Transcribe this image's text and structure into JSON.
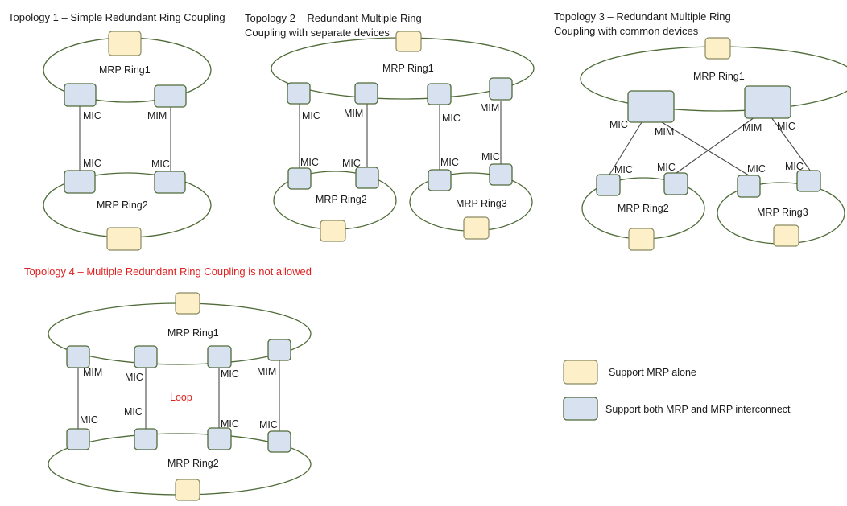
{
  "titles": {
    "t1": "Topology 1 – Simple Redundant Ring Coupling",
    "t2_line1": "Topology 2 – Redundant Multiple Ring",
    "t2_line2": "Coupling with separate devices",
    "t3_line1": "Topology 3 – Redundant Multiple Ring",
    "t3_line2": "Coupling with common devices",
    "t4": "Topology 4 –  Multiple Redundant Ring Coupling is not allowed"
  },
  "rings": {
    "ring1": "MRP Ring1",
    "ring2": "MRP Ring2",
    "ring3": "MRP Ring3"
  },
  "roles": {
    "mic": "MIC",
    "mim": "MIM"
  },
  "loop_label": "Loop",
  "legend": {
    "mrp_alone": "Support MRP alone",
    "mrp_interconnect": "Support both MRP and MRP interconnect"
  },
  "colors": {
    "mrp_only_device": "#fdf0c9",
    "interconnect_device": "#d7e1f0",
    "ring_outline": "#4f6b38",
    "warning_text": "#e02020"
  }
}
